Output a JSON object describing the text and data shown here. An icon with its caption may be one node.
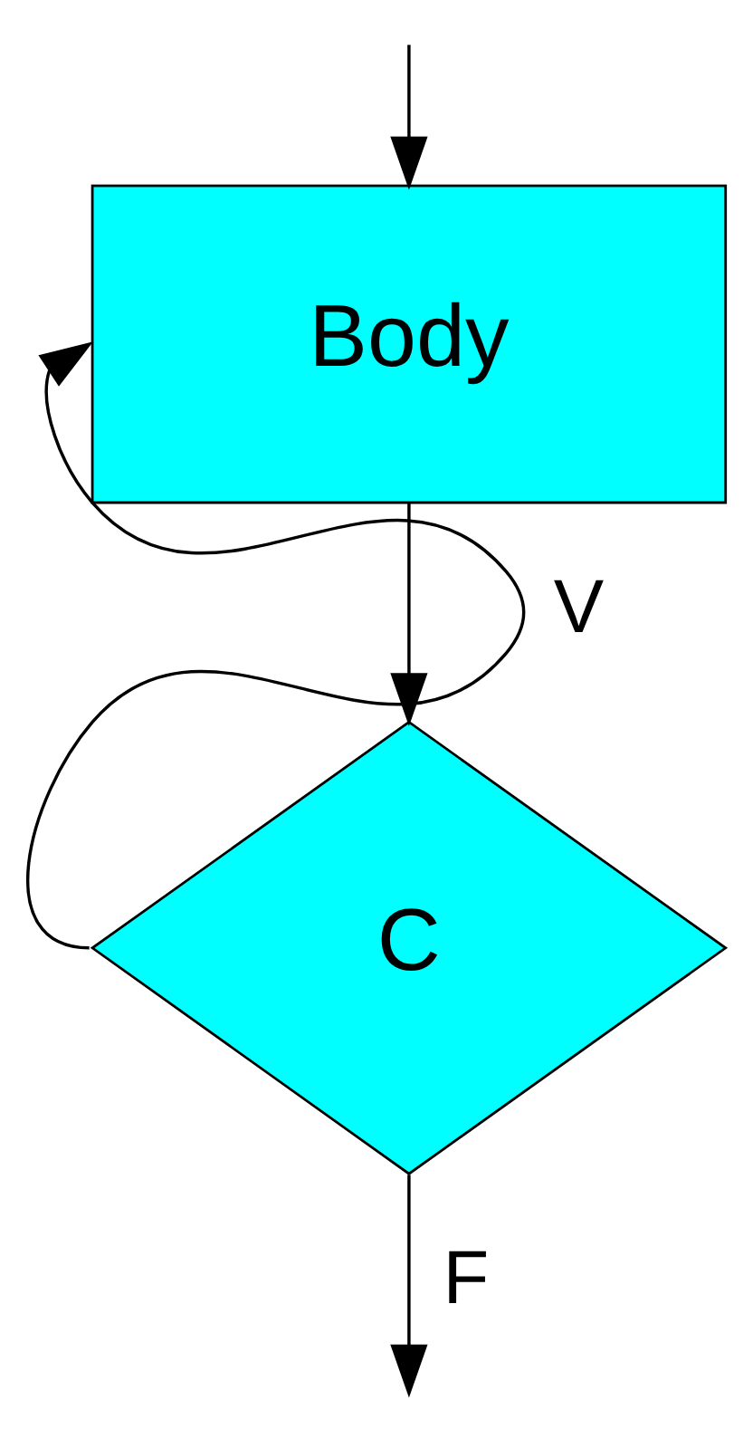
{
  "diagram": {
    "nodes": [
      {
        "text": [
          "Body"
        ]
      },
      {
        "text": [
          "C"
        ]
      }
    ],
    "edges": [
      {
        "from": null,
        "to": 0,
        "arrow": "to"
      },
      {
        "from": 0,
        "to": 1,
        "arrow": "to"
      },
      {
        "from": 1,
        "to": 0,
        "arrow": "to",
        "label": "V"
      },
      {
        "from": 1,
        "to": null,
        "arrow": "to",
        "label": "F"
      }
    ]
  }
}
